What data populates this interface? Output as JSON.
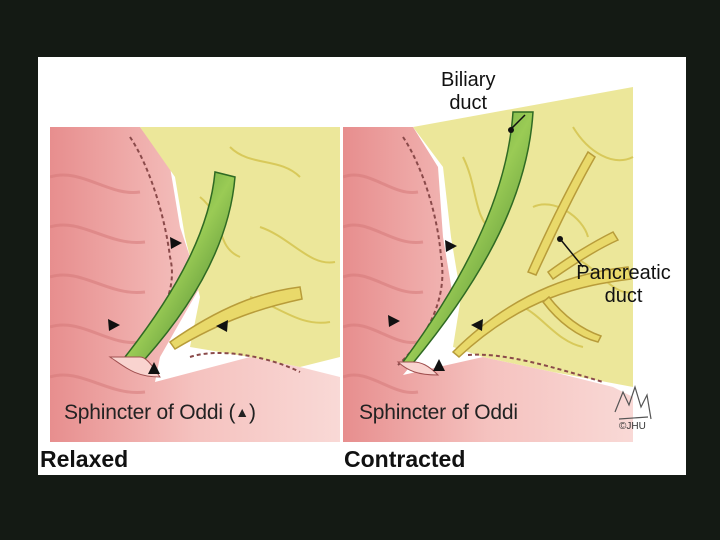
{
  "panels": {
    "left": {
      "caption_text": "Sphincter of Oddi (",
      "caption_symbol": "▲",
      "caption_close": ")",
      "state_label": "Relaxed"
    },
    "right": {
      "caption_text": "Sphincter of Oddi",
      "state_label": "Contracted",
      "biliary_label_line1": "Biliary",
      "biliary_label_line2": "duct",
      "pancreatic_label_line1": "Pancreatic",
      "pancreatic_label_line2": "duct",
      "credit": "©JHU"
    }
  },
  "colors": {
    "background": "#141a14",
    "duodenum_wall": "#f2b3b0",
    "pancreas": "#ece79a",
    "duct": "#4e9a3a"
  }
}
